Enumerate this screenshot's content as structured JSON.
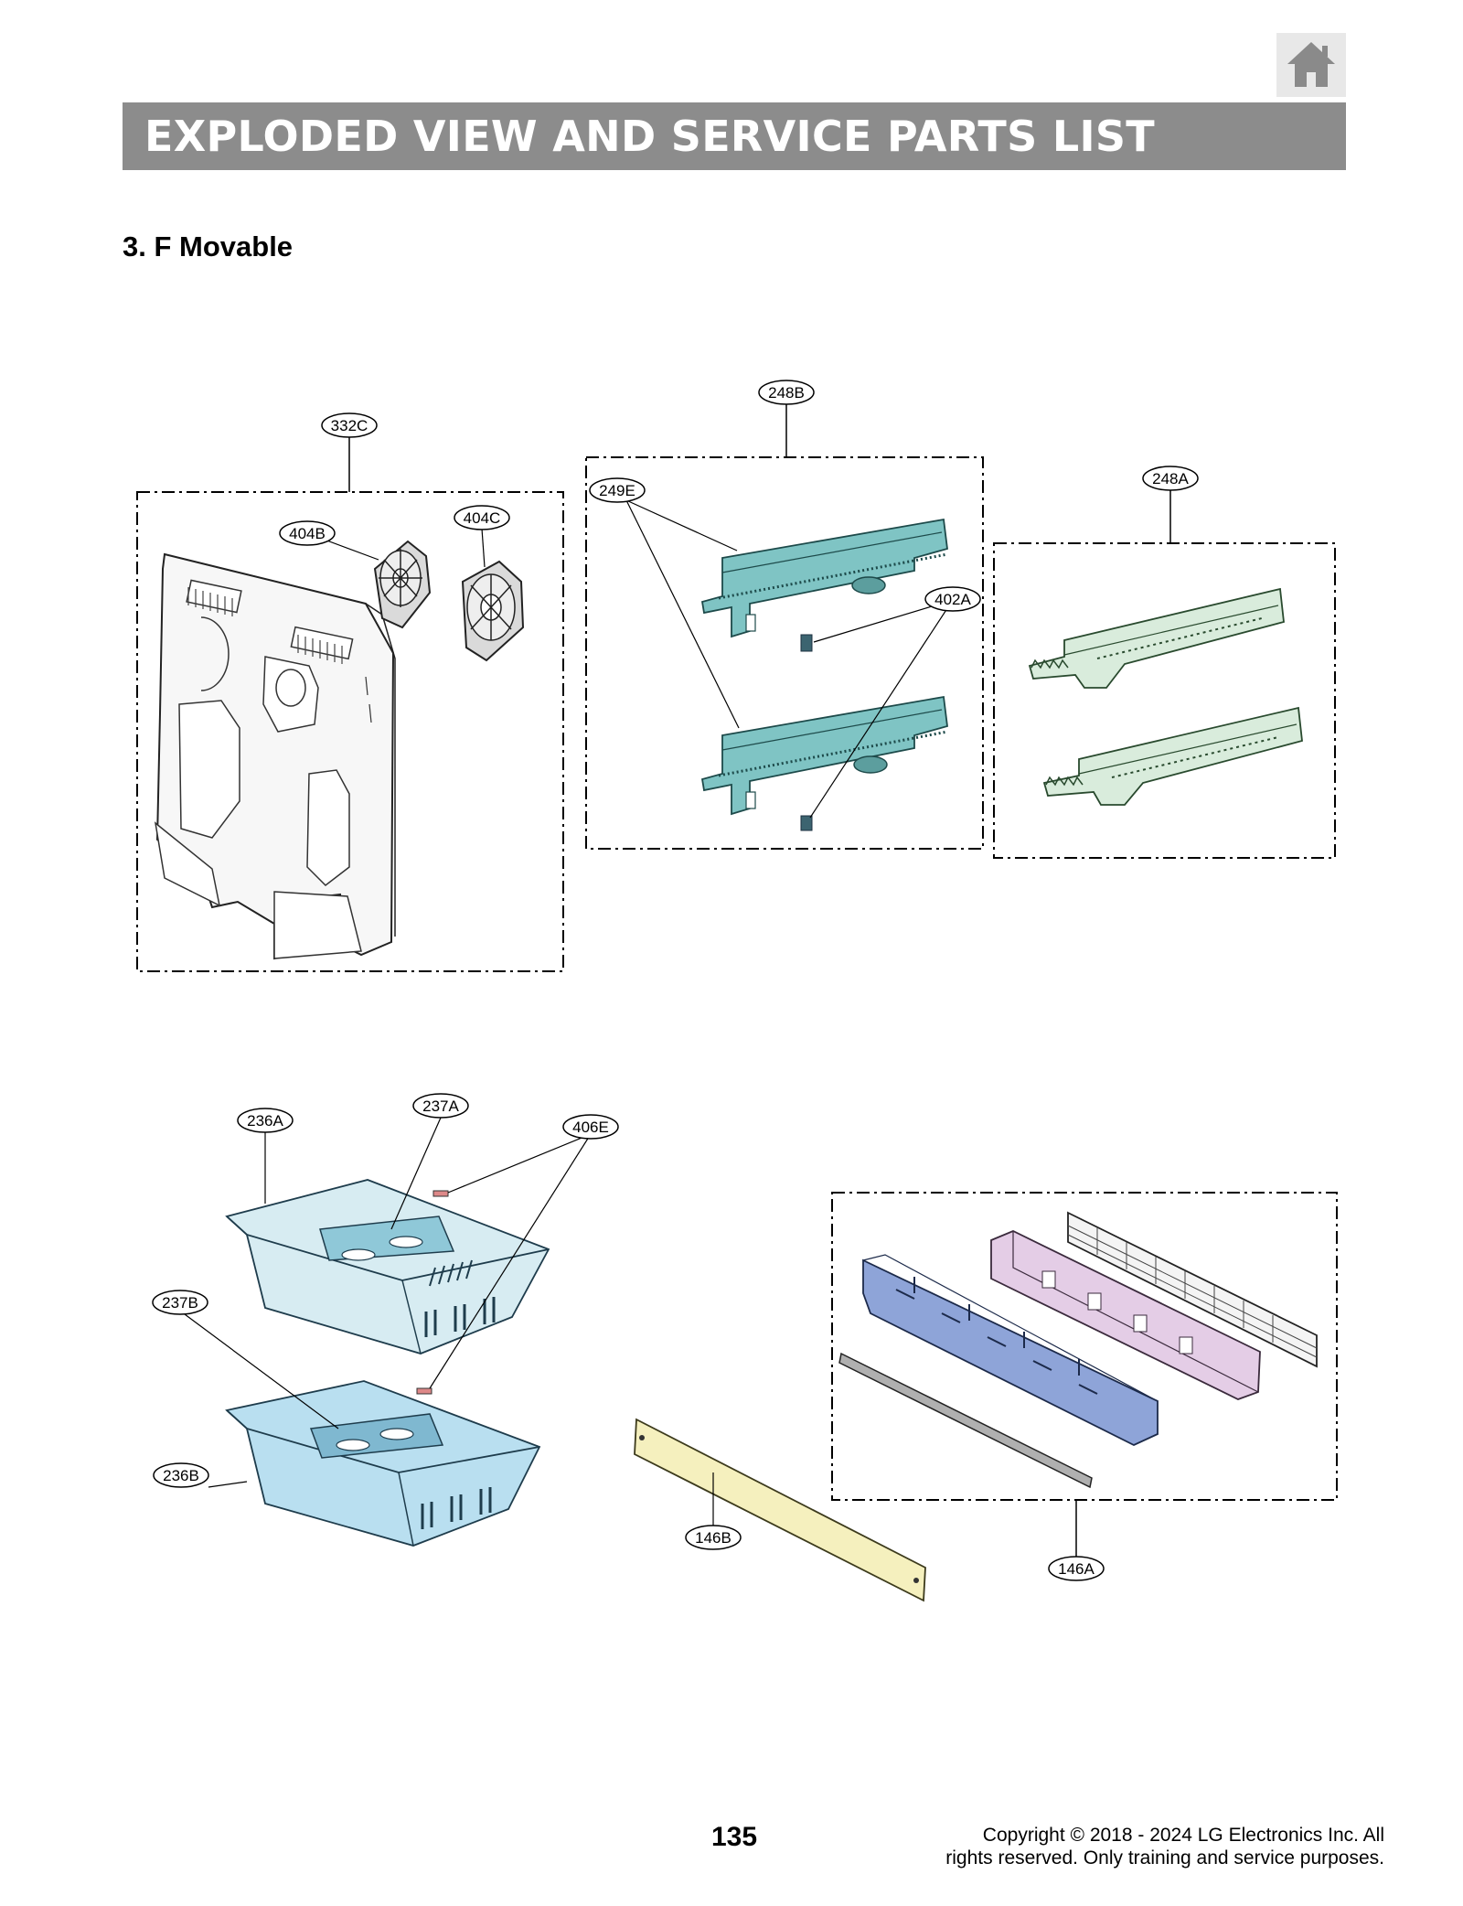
{
  "header": {
    "title": "EXPLODED VIEW AND SERVICE PARTS LIST",
    "home_icon": "home-icon"
  },
  "section": {
    "title": "3. F Movable"
  },
  "callouts": {
    "c332C": "332C",
    "c404B": "404B",
    "c404C": "404C",
    "c248B": "248B",
    "c249E": "249E",
    "c402A": "402A",
    "c248A": "248A",
    "c236A": "236A",
    "c237A": "237A",
    "c406E": "406E",
    "c237B": "237B",
    "c236B": "236B",
    "c146B": "146B",
    "c146A": "146A"
  },
  "footer": {
    "page_number": "135",
    "copyright_line1": "Copyright © 2018 - 2024 LG Electronics Inc. All",
    "copyright_line2": "rights reserved. Only training and service purposes."
  },
  "colors": {
    "banner": "#8c8c8c",
    "rail_teal": "#7fc4c4",
    "rail_green": "#d9ecdc",
    "basket_upper": "#d7ecf2",
    "basket_lower": "#b9dff0",
    "cover_blue": "#8ea4d8",
    "cover_pink": "#e4cde6",
    "panel_yellow": "#f5f0be"
  }
}
